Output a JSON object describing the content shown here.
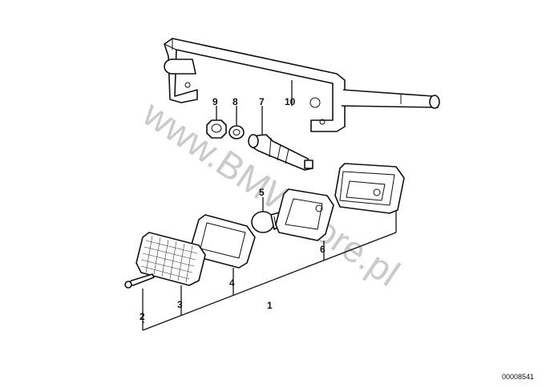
{
  "callouts": {
    "p1": "1",
    "p2": "2",
    "p3": "3",
    "p4": "4",
    "p5": "5",
    "p6": "6",
    "p7": "7",
    "p8": "8",
    "p9": "9",
    "p10": "10"
  },
  "watermark": "www.BMWstore.pl",
  "document_number": "00008541"
}
